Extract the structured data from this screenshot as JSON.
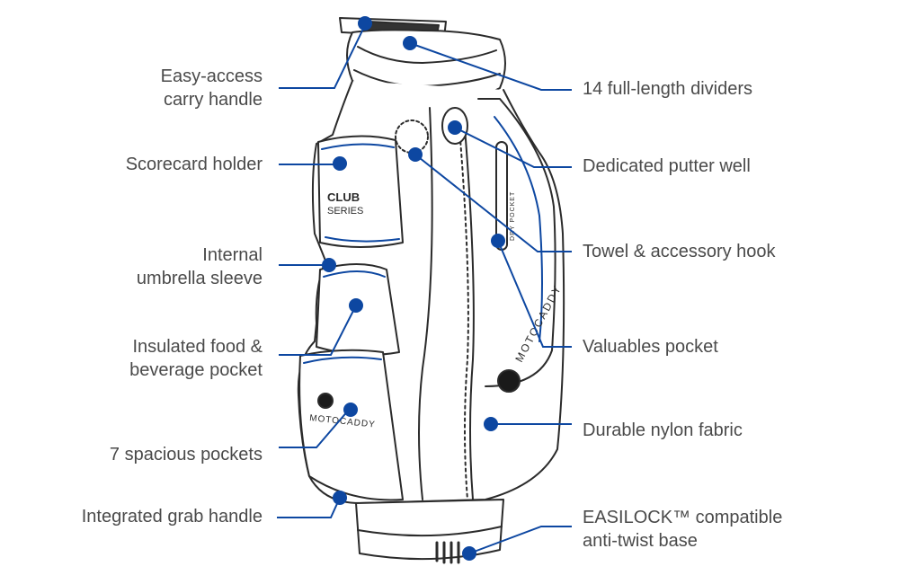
{
  "colors": {
    "accent": "#0d47a1",
    "outline": "#2b2b2b",
    "text": "#4a4a4a"
  },
  "bag_text": {
    "club_series": [
      "CLUB",
      "SERIES"
    ],
    "brand": "MOTOCADDY",
    "dry_pocket": "DRY POCKET"
  },
  "callouts": {
    "carry_handle": [
      "Easy-access",
      "carry handle"
    ],
    "scorecard": [
      "Scorecard holder"
    ],
    "umbrella": [
      "Internal",
      "umbrella sleeve"
    ],
    "food": [
      "Insulated food &",
      "beverage pocket"
    ],
    "pockets": [
      "7 spacious pockets"
    ],
    "grab_handle": [
      "Integrated grab handle"
    ],
    "dividers": [
      "14 full-length dividers"
    ],
    "putter": [
      "Dedicated putter well"
    ],
    "towel": [
      "Towel & accessory hook"
    ],
    "valuables": [
      "Valuables pocket"
    ],
    "fabric": [
      "Durable nylon fabric"
    ],
    "base": [
      "EASILOCK™  compatible",
      "anti-twist base"
    ]
  }
}
